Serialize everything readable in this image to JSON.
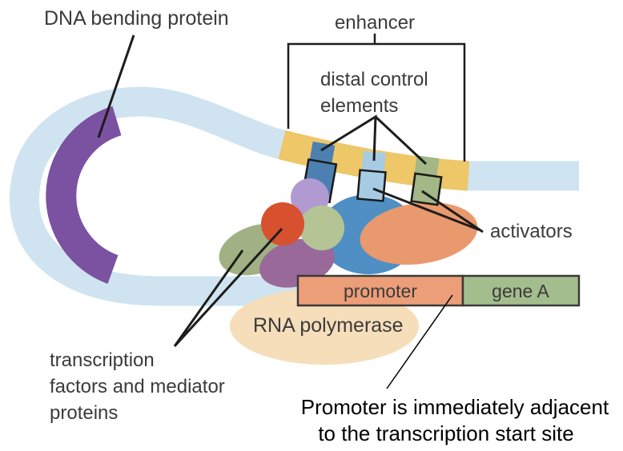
{
  "diagram": {
    "title": "eukaryotic transcription regulation diagram",
    "labels": {
      "dna_bending_protein": "DNA bending protein",
      "enhancer": "enhancer",
      "distal_control_line1": "distal control",
      "distal_control_line2": "elements",
      "activators": "activators",
      "promoter": "promoter",
      "gene_a": "gene A",
      "rna_polymerase": "RNA polymerase",
      "transcription_factors_line1": "transcription",
      "transcription_factors_line2": "factors and mediator",
      "transcription_factors_line3": "proteins"
    },
    "annotation": {
      "line1": "Promoter is immediately adjacent",
      "line2": "to the transcription start site"
    },
    "colors": {
      "dna_strand": "#cfe4f0",
      "enhancer_band": "#edc768",
      "dna_bending_protein": "#7b51a1",
      "distal_element_1": "#4c80b1",
      "distal_element_2": "#a8cbe4",
      "distal_element_3": "#a3b787",
      "promoter_box": "#ec9e79",
      "gene_a_box": "#a4bd8d",
      "rna_polymerase_blob": "#f6debb",
      "mediator_blue": "#4f8fc4",
      "mediator_orange": "#e9996e",
      "tf_red": "#d7512f",
      "tf_mauve": "#996a99",
      "tf_sage": "#a1b184",
      "tf_light_green": "#b4c494",
      "tf_light_purple": "#b199d1",
      "pointer_line": "#1d1d1d",
      "box_border": "#3a3a3a",
      "label_text": "#3b3b3b",
      "annotation_text": "#000000"
    }
  }
}
